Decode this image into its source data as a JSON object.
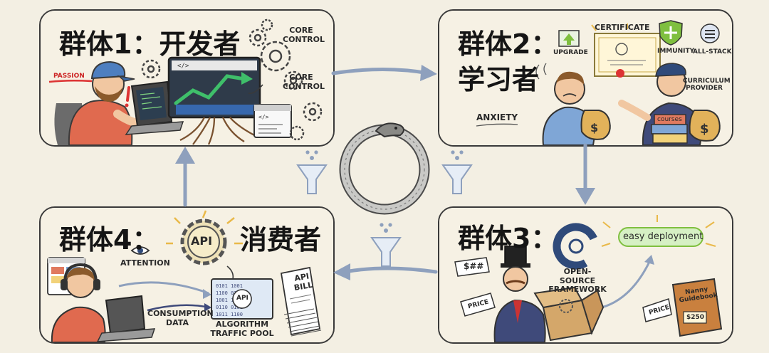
{
  "panel1": {
    "title": "群体1：开发者",
    "labels": {
      "passion": "PASSION",
      "core_control_1": "CORE CONTROL",
      "core_control_2": "CORE CONTROL"
    }
  },
  "panel2": {
    "title_line1": "群体2：",
    "title_line2": "学习者",
    "labels": {
      "upgrade": "UPGRADE",
      "certificate": "CERTIFICATE",
      "immunity": "IMMUNITY",
      "all_stack": "ALL-STACK",
      "curriculum_provider": "CURRICULUM PROVIDER",
      "anxiety": "ANXIETY",
      "courses": "courses"
    }
  },
  "panel3": {
    "title": "群体3：",
    "labels": {
      "open_source_framework": "OPEN-SOURCE FRAMEWORK",
      "easy_deployment": "easy deployment",
      "price_tag_1": "PRICE",
      "price_tag_2": "PRICE",
      "money_tag": "$##",
      "nanny_guidebook": "Nanny Guidebook",
      "guidebook_price": "$250"
    }
  },
  "panel4": {
    "title": "群体4：",
    "title_right": "消费者",
    "labels": {
      "api_gear": "API",
      "attention": "ATTENTION",
      "consumption_data": "CONSUMPTION DATA",
      "algorithm_traffic_pool": "ALGORITHM TRAFFIC POOL",
      "api_chip": "API",
      "api_bill": "API BILL"
    }
  },
  "colors": {
    "panel_bg": "#f6f1e4",
    "outline": "#3a3a3a",
    "arrow": "#8ea0bd",
    "accent_green": "#7fbf3f",
    "accent_gold": "#e9b949",
    "shirt_red": "#e06a4f",
    "shirt_blue": "#7fa6d6",
    "suit": "#3f4a7a"
  }
}
